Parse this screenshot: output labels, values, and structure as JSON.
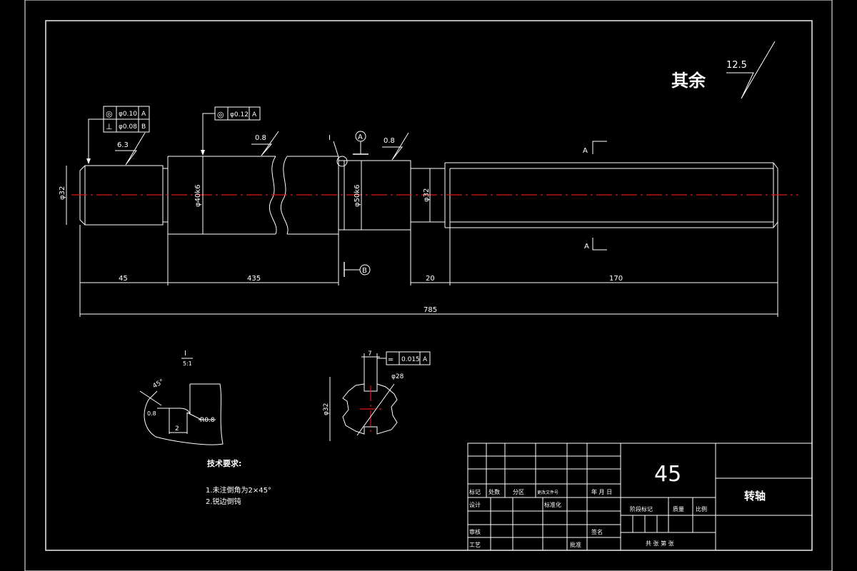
{
  "drawing": {
    "roughness": {
      "rest_label": "其余",
      "rest_value": "12.5"
    },
    "shaft": {
      "tol_frame_1": {
        "sym": "◎",
        "val": "φ0.10",
        "ref": "A"
      },
      "tol_frame_2": {
        "sym": "⊥",
        "val": "φ0.08",
        "ref": "B"
      },
      "tol_frame_3": {
        "sym": "◎",
        "val": "φ0.12",
        "ref": "A"
      },
      "rough_left": "6.3",
      "rough_mid": "0.8",
      "rough_right": "0.8",
      "datum_a": "A",
      "datum_b": "B",
      "detail_mark": "I",
      "dia_left": "φ32",
      "dia_mid": "φ40k6",
      "dia_seat": "φ50k6",
      "dia_right": "φ32",
      "section_a_top": "A",
      "section_a_bottom": "A",
      "dim_45": "45",
      "dim_435": "435",
      "dim_20": "20",
      "dim_170": "170",
      "dim_total": "785"
    },
    "detail": {
      "title": "I",
      "scale": "5:1",
      "chamfer": "45°",
      "rough": "0.8",
      "fillet": "R0.8",
      "width": "2"
    },
    "section": {
      "key_width": "7",
      "dia_inner": "φ28",
      "dia_outer": "φ32",
      "tol_sym": "═",
      "tol_val": "0.015",
      "tol_ref": "A"
    },
    "notes": {
      "title": "技术要求:",
      "line1": "1.未注倒角为2×45°",
      "line2": "2.锐边倒钝"
    },
    "title_block": {
      "material": "45",
      "part_name": "转轴",
      "row_labels": [
        "标记",
        "处数",
        "分区",
        "更改文件号",
        "年 月 日"
      ],
      "design": "设计",
      "standardize": "标准化",
      "review": "审核",
      "process": "工艺",
      "approve": "批准",
      "sign": "签名",
      "stage_mark": "阶段标记",
      "weight": "质量",
      "scale": "比例",
      "sheets": "共 张 第 张"
    }
  }
}
